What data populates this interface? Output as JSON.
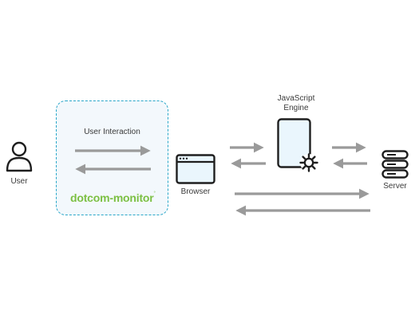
{
  "nodes": {
    "user": "User",
    "interaction": "User Interaction",
    "browser": "Browser",
    "engine_line1": "JavaScript",
    "engine_line2": "Engine",
    "server": "Server"
  },
  "logo": {
    "text": "dotcom-monitor",
    "mark": "°",
    "color": "#7cc043"
  },
  "colors": {
    "accent_dash": "#2aa7c9",
    "arrow": "#9a9a9a",
    "icon_stroke": "#1f1f1f"
  },
  "icons": [
    "user-icon",
    "browser-window-icon",
    "device-icon",
    "gear-icon",
    "server-icon"
  ]
}
